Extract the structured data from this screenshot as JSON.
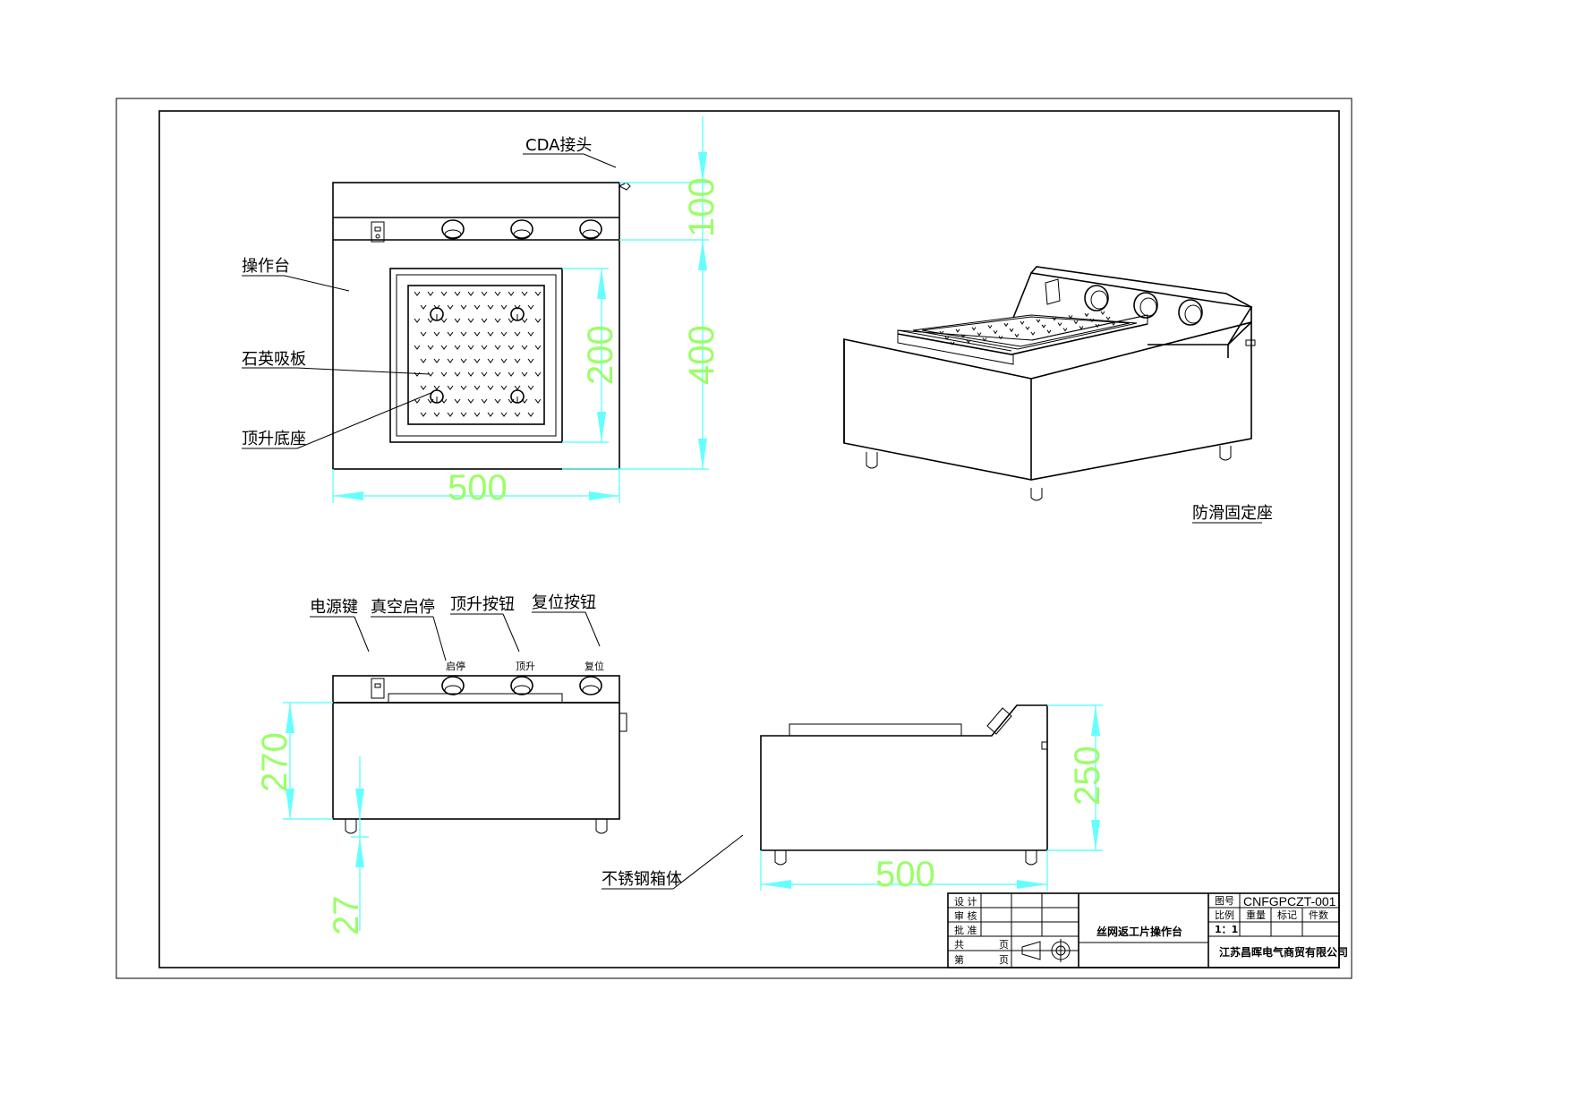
{
  "labels": {
    "cda": "CDA接头",
    "workbench": "操作台",
    "quartz_plate": "石英吸板",
    "lift_base": "顶升底座",
    "anti_slip": "防滑固定座",
    "power_key": "电源键",
    "vacuum": "真空启停",
    "lift_button": "顶升按钮",
    "reset_button": "复位按钮",
    "steel_box": "不锈钢箱体",
    "btn_start": "启停",
    "btn_lift": "顶升",
    "btn_reset": "复位"
  },
  "dimensions": {
    "top_width": "500",
    "top_height_100": "100",
    "top_height_400": "400",
    "plate_200": "200",
    "front_270": "270",
    "front_27": "27",
    "side_250": "250",
    "side_500": "500"
  },
  "title_block": {
    "design": "设 计",
    "review": "审 核",
    "approve": "批 准",
    "total": "共",
    "page_word_1": "页",
    "nth": "第",
    "page_word_2": "页",
    "product_name": "丝网返工片操作台",
    "drawing_no_label": "图号",
    "drawing_no": "CNFGPCZT-001",
    "scale_label": "比例",
    "weight_label": "重量",
    "mark_label": "标记",
    "count_label": "件数",
    "scale_value": "1：1",
    "company": "江苏昌晖电气商贸有限公司"
  }
}
